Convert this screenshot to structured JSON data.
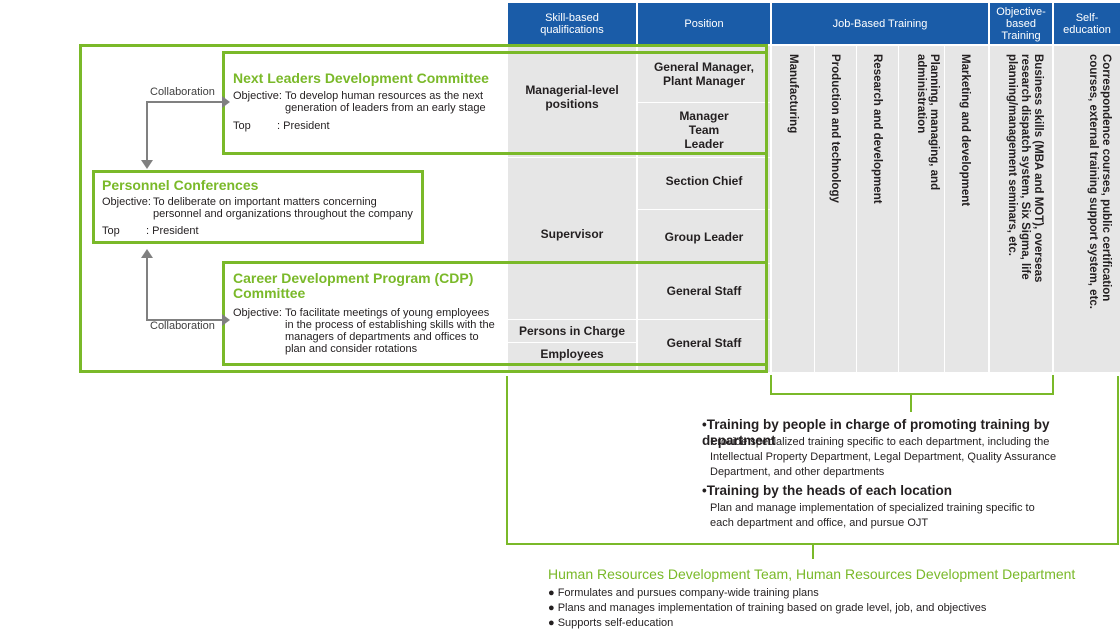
{
  "headers": {
    "skill": "Skill-based qualifications",
    "position": "Position",
    "job": "Job-Based Training",
    "objective": "Objective-based Training",
    "self": "Self-education"
  },
  "committees": {
    "next_leaders": {
      "title": "Next Leaders Development Committee",
      "objective_label": "Objective:",
      "objective": "To develop human resources as the next generation of leaders from an early stage",
      "top_label": "Top",
      "top": ": President"
    },
    "personnel": {
      "title": "Personnel Conferences",
      "objective_label": "Objective:",
      "objective": "To deliberate on important matters concerning personnel and organizations throughout the company",
      "top_label": "Top",
      "top": ": President"
    },
    "cdp": {
      "title": "Career Development Program (CDP) Committee",
      "objective_label": "Objective:",
      "objective": "To facilitate meetings of young employees in the process of establishing skills with the managers of departments and offices to plan and consider rotations"
    },
    "collaboration_top": "Collaboration",
    "collaboration_bottom": "Collaboration"
  },
  "qualifications": {
    "managerial": "Managerial-level positions",
    "supervisor": "Supervisor",
    "persons_in_charge": "Persons in Charge",
    "employees": "Employees"
  },
  "positions": {
    "gm": "General Manager, Plant Manager",
    "manager": "Manager Team Leader",
    "section_chief": "Section Chief",
    "group_leader": "Group Leader",
    "general_staff_1": "General Staff",
    "general_staff_2": "General Staff"
  },
  "job_training": {
    "manufacturing": "Manufacturing",
    "production": "Production and technology",
    "research": "Research and development",
    "planning": "Planning, managing, and administration",
    "marketing": "Marketing and development"
  },
  "objective_training": "Business skills (MBA and MOT), overseas research dispatch system, Six Sigma, life planning/management seminars, etc.",
  "self_education": "Correspondence courses, public certification courses, external training support system, etc.",
  "dept_training": {
    "title1": "Training by people in charge of promoting training by department",
    "desc1": "Provide specialized training specific to each department, including the Intellectual Property Department, Legal Department, Quality Assurance Department, and other departments",
    "title2": "Training by the heads of each location",
    "desc2": "Plan and manage implementation of specialized training specific to each department and office, and pursue OJT"
  },
  "hr_team": {
    "title": "Human Resources Development Team, Human Resources Development Department",
    "items": [
      "Formulates and pursues company-wide training plans",
      "Plans and manages implementation of training based on grade level, job, and objectives",
      "Supports self-education"
    ]
  },
  "colors": {
    "green": "#7ab929",
    "blue": "#1a5ca8",
    "gray": "#e6e6e6"
  }
}
